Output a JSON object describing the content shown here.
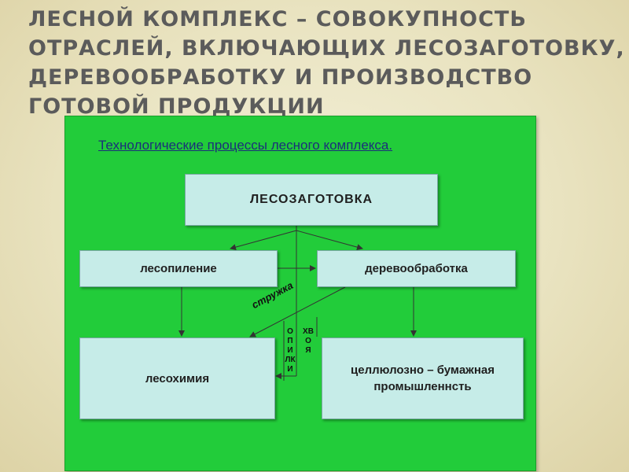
{
  "slide": {
    "title_lines": [
      "ЛЕСНОЙ КОМПЛЕКС – СОВОКУПНОСТЬ",
      "ОТРАСЛЕЙ, ВКЛЮЧАЮЩИХ ЛЕСОЗАГОТОВКУ,",
      "ДЕРЕВООБРАБОТКУ И ПРОИЗВОДСТВО",
      "ГОТОВОЙ ПРОДУКЦИИ"
    ]
  },
  "diagram": {
    "heading": "Технологические процессы лесного комплекса.",
    "nodes": {
      "logging": "ЛЕСОЗАГОТОВКА",
      "sawmilling": "лесопиление",
      "woodworking": "деревообработка",
      "wood_chemistry": "лесохимия",
      "pulp_paper_line1": "целлюлозно – бумажная",
      "pulp_paper_line2": "промышленнсть"
    },
    "arrow_labels": {
      "shavings": "стружка",
      "bark": "ОПИЛКИ",
      "needles": "ХВОЯ"
    },
    "colors": {
      "background": "#ece6c6",
      "panel": "#22cc3a",
      "node_fill": "#c6ece8",
      "heading_text": "#1b2f7a",
      "title_text": "#5b5b5b"
    }
  }
}
